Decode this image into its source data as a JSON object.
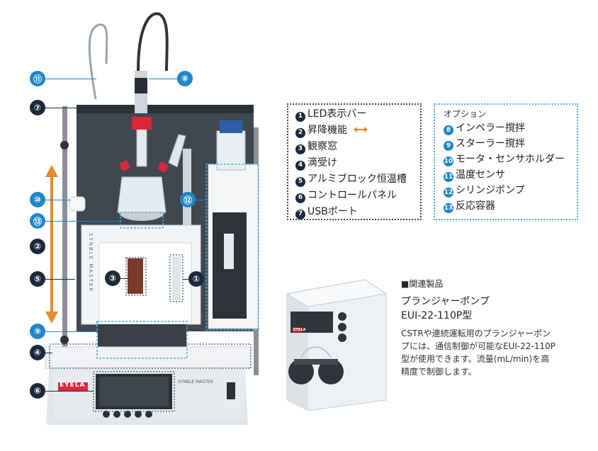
{
  "main_unit": {
    "brand": "EYELA",
    "side_label": "SYNBLE MASTER",
    "panel_label": "SYNBLE MASTER"
  },
  "parts": [
    {
      "n": "1",
      "label": "LED表示バー"
    },
    {
      "n": "2",
      "label": "昇降機能"
    },
    {
      "n": "3",
      "label": "観察窓"
    },
    {
      "n": "4",
      "label": "滴受け"
    },
    {
      "n": "5",
      "label": "アルミブロック恒温槽"
    },
    {
      "n": "6",
      "label": "コントロールパネル"
    },
    {
      "n": "7",
      "label": "USBポート"
    }
  ],
  "options": {
    "title": "オプション",
    "items": [
      {
        "n": "8",
        "label": "インペラー撹拌"
      },
      {
        "n": "9",
        "label": "スターラー撹拌"
      },
      {
        "n": "10",
        "label": "モータ・センサホルダー"
      },
      {
        "n": "11",
        "label": "温度センサ"
      },
      {
        "n": "12",
        "label": "シリンジポンプ"
      },
      {
        "n": "13",
        "label": "反応容器"
      }
    ]
  },
  "related": {
    "heading": "■関連製品",
    "product_name": "プランジャーポンプ",
    "model": "EUI-22-110P型",
    "desc_1": "CSTRや連続運転用のプランジャーポン",
    "desc_2": "プには、通信制御が可能なEUI-22-110P",
    "desc_3": "型が使用できます。流量(mL/min)を高",
    "desc_4": "精度で制御します。",
    "pump_brand": "EYELA"
  },
  "colors": {
    "callout_blue": "#1f86c8",
    "callout_navy": "#1b2a3b",
    "arrow_orange": "#e8892a"
  }
}
